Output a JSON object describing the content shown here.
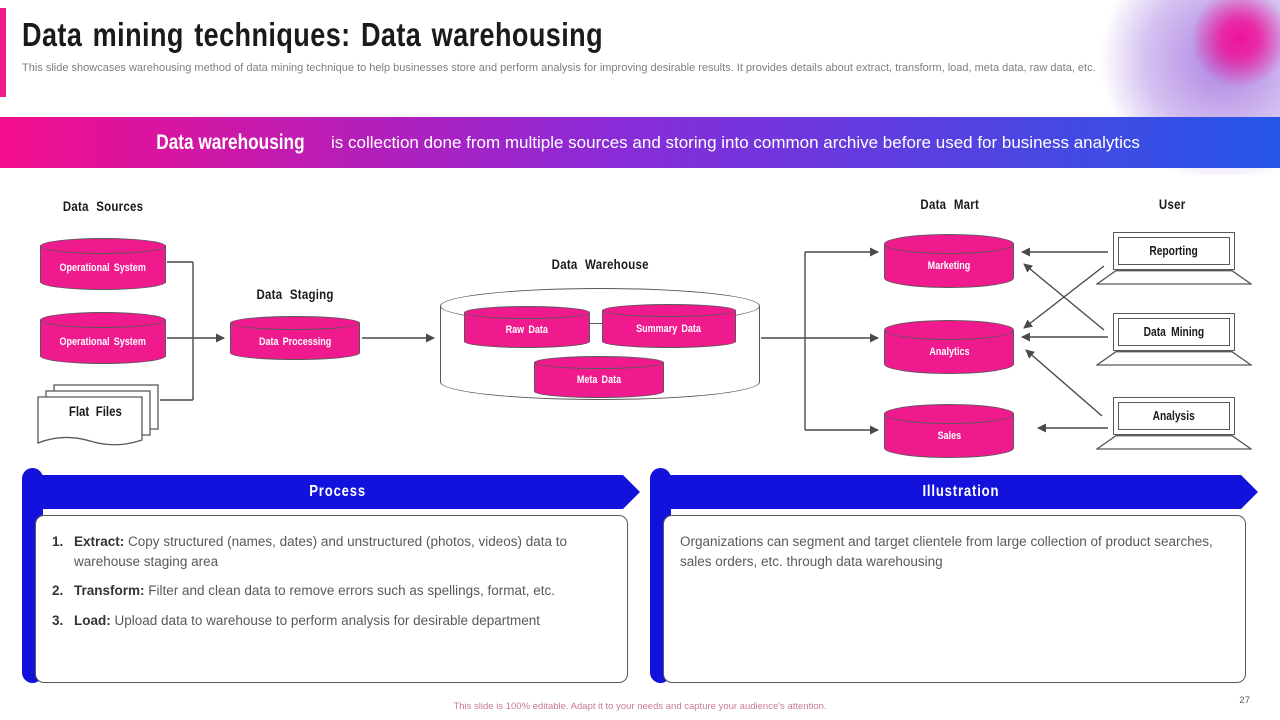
{
  "slide": {
    "title": "Data mining techniques: Data warehousing",
    "subtitle": "This slide showcases warehousing method of data mining technique to help businesses store and perform analysis for improving desirable results. It provides details about extract, transform, load, meta data, raw data, etc."
  },
  "banner": {
    "highlight": "Data warehousing",
    "text": "is collection done from multiple sources and storing into common archive before used for business analytics",
    "gradient_left": "#F30D8C",
    "gradient_mid": "#8A2BD8",
    "gradient_right": "#2456E8"
  },
  "diagram": {
    "headings": {
      "sources": "Data Sources",
      "staging": "Data Staging",
      "warehouse": "Data Warehouse",
      "mart": "Data Mart",
      "user": "User"
    },
    "sources": [
      "Operational System",
      "Operational System"
    ],
    "flat_files": "Flat Files",
    "staging": "Data Processing",
    "warehouse": [
      "Raw Data",
      "Summary Data",
      "Meta Data"
    ],
    "mart": [
      "Marketing",
      "Analytics",
      "Sales"
    ],
    "user": [
      "Reporting",
      "Data Mining",
      "Analysis"
    ],
    "colors": {
      "cylinder_fill": "#EE1A8E",
      "outline": "#595959",
      "connector": "#4a4a4a"
    }
  },
  "process": {
    "header": "Process",
    "items": [
      {
        "num": "1.",
        "lead": "Extract:",
        "text": "Copy structured (names, dates) and unstructured (photos, videos) data to warehouse staging area"
      },
      {
        "num": "2.",
        "lead": "Transform:",
        "text": "Filter and clean data to remove errors such as spellings, format, etc."
      },
      {
        "num": "3.",
        "lead": "Load:",
        "text": "Upload data to warehouse to perform analysis for desirable department"
      }
    ]
  },
  "illustration": {
    "header": "Illustration",
    "text": "Organizations can segment and target clientele from large collection of product searches, sales orders, etc. through data warehousing"
  },
  "footer": {
    "note": "This slide is 100% editable.  Adapt it to your needs and capture your audience's attention.",
    "page": "27"
  }
}
